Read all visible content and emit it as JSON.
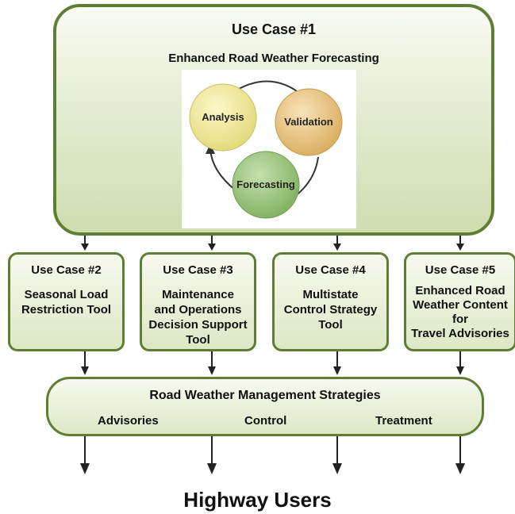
{
  "use_case_1": {
    "title": "Use Case #1",
    "subtitle": "Enhanced Road Weather Forecasting",
    "cycle": {
      "analysis": "Analysis",
      "validation": "Validation",
      "forecasting": "Forecasting"
    }
  },
  "use_cases": [
    {
      "title": "Use Case #2",
      "name": "Seasonal Load\nRestriction Tool"
    },
    {
      "title": "Use Case #3",
      "name": "Maintenance\nand Operations\nDecision Support\nTool"
    },
    {
      "title": "Use Case #4",
      "name": "Multistate\nControl Strategy\nTool"
    },
    {
      "title": "Use Case #5",
      "name": "Enhanced Road\nWeather Content\nfor\nTravel Advisories"
    }
  ],
  "strategies": {
    "title": "Road Weather Management Strategies",
    "items": [
      "Advisories",
      "Control",
      "Treatment"
    ]
  },
  "footer": "Highway Users",
  "colors": {
    "border": "#5e7f33",
    "analysis": "#ece596",
    "validation": "#e6c37e",
    "forecasting": "#8fbf6f"
  }
}
